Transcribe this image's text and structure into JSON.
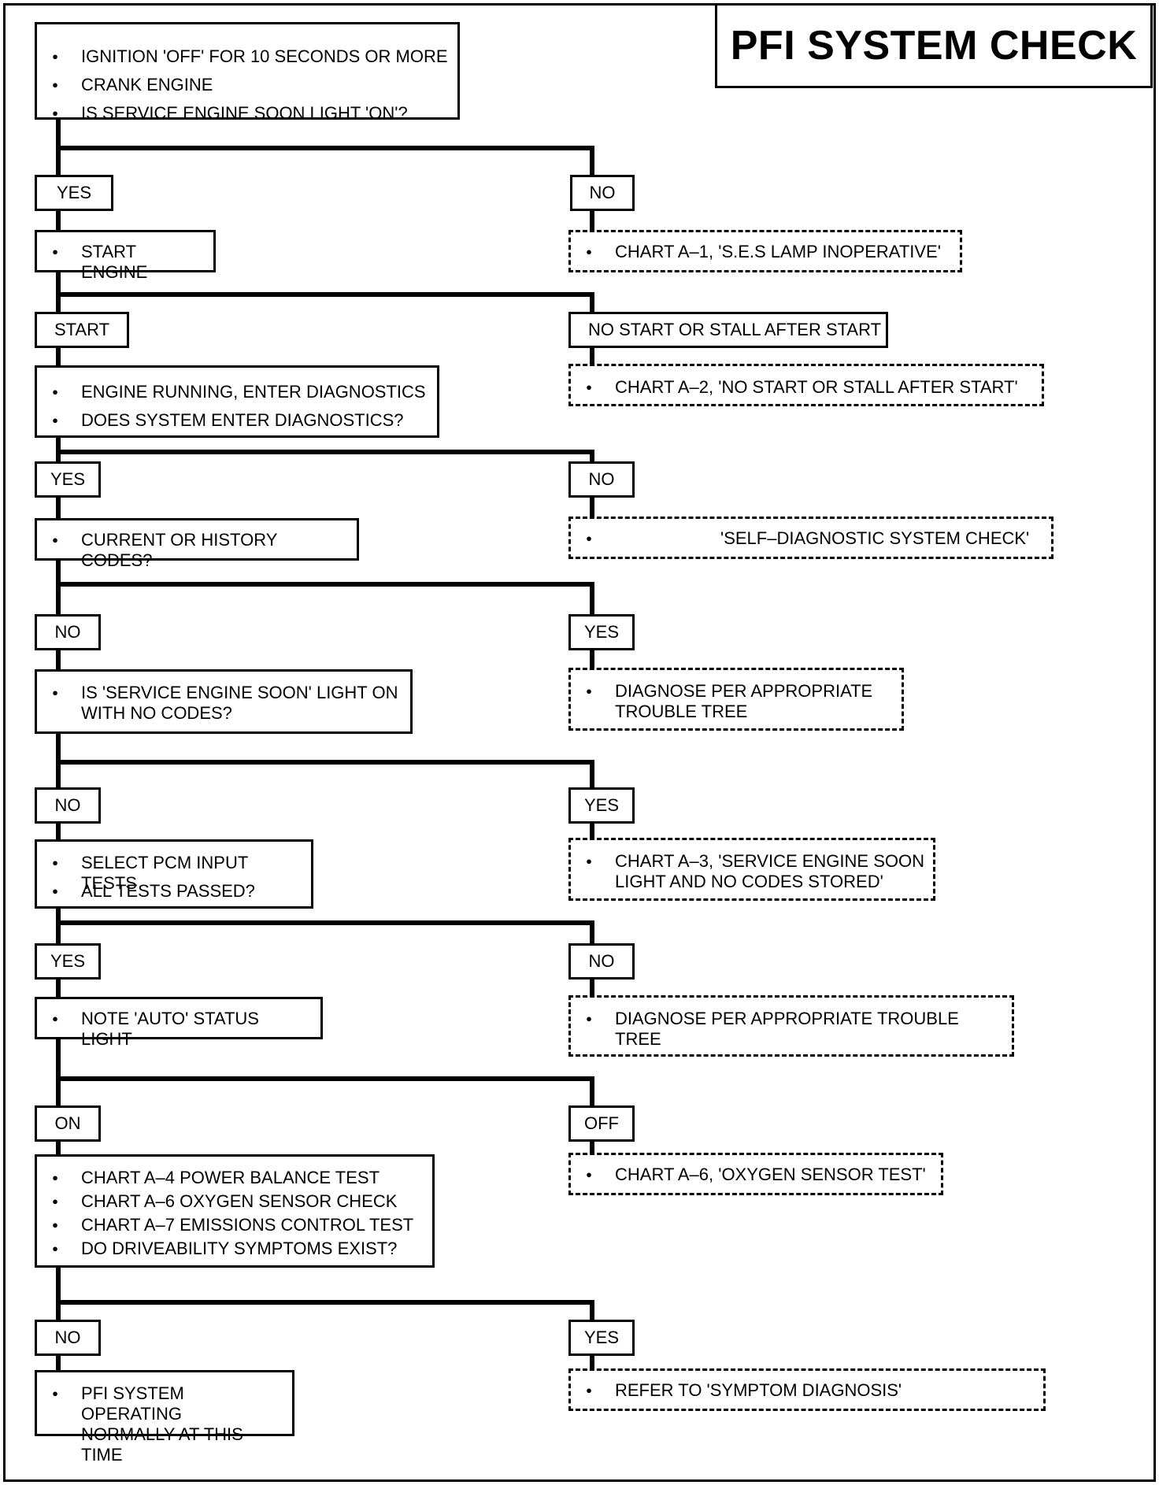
{
  "title": "PFI SYSTEM CHECK",
  "nodes": {
    "n1": [
      "IGNITION 'OFF' FOR 10 SECONDS OR MORE",
      "CRANK ENGINE",
      "IS SERVICE ENGINE SOON LIGHT 'ON'?"
    ],
    "yes1": "YES",
    "no1": "NO",
    "n2": [
      "START ENGINE"
    ],
    "chart_a1": [
      "CHART A–1, 'S.E.S LAMP INOPERATIVE'"
    ],
    "start": "START",
    "no_start": "NO START OR STALL AFTER START",
    "n3": [
      "ENGINE RUNNING, ENTER DIAGNOSTICS",
      "DOES SYSTEM ENTER DIAGNOSTICS?"
    ],
    "chart_a2": [
      "CHART A–2, 'NO START OR STALL AFTER START'"
    ],
    "yes2": "YES",
    "no2": "NO",
    "n4": [
      "CURRENT OR HISTORY CODES?"
    ],
    "self_diag": [
      "'SELF–DIAGNOSTIC SYSTEM CHECK'"
    ],
    "no3": "NO",
    "yes3": "YES",
    "n5": [
      "IS 'SERVICE ENGINE SOON' LIGHT ON\nWITH NO CODES?"
    ],
    "diag1": [
      "DIAGNOSE PER APPROPRIATE\nTROUBLE TREE"
    ],
    "no4": "NO",
    "yes4": "YES",
    "n6": [
      "SELECT PCM INPUT TESTS",
      "ALL TESTS PASSED?"
    ],
    "chart_a3": [
      "CHART A–3, 'SERVICE ENGINE SOON\nLIGHT AND NO CODES STORED'"
    ],
    "yes5": "YES",
    "no5": "NO",
    "n7": [
      "NOTE 'AUTO' STATUS LIGHT"
    ],
    "diag2": [
      "DIAGNOSE PER APPROPRIATE TROUBLE TREE"
    ],
    "on": "ON",
    "off": "OFF",
    "n8": [
      "CHART A–4 POWER BALANCE TEST",
      "CHART A–6 OXYGEN SENSOR CHECK",
      "CHART A–7 EMISSIONS CONTROL TEST",
      "DO DRIVEABILITY SYMPTOMS EXIST?"
    ],
    "chart_a6": [
      "CHART A–6, 'OXYGEN SENSOR TEST'"
    ],
    "no6": "NO",
    "yes6": "YES",
    "n9": [
      "PFI SYSTEM OPERATING\nNORMALLY AT THIS TIME"
    ],
    "symptom": [
      "REFER TO 'SYMPTOM DIAGNOSIS'"
    ]
  }
}
